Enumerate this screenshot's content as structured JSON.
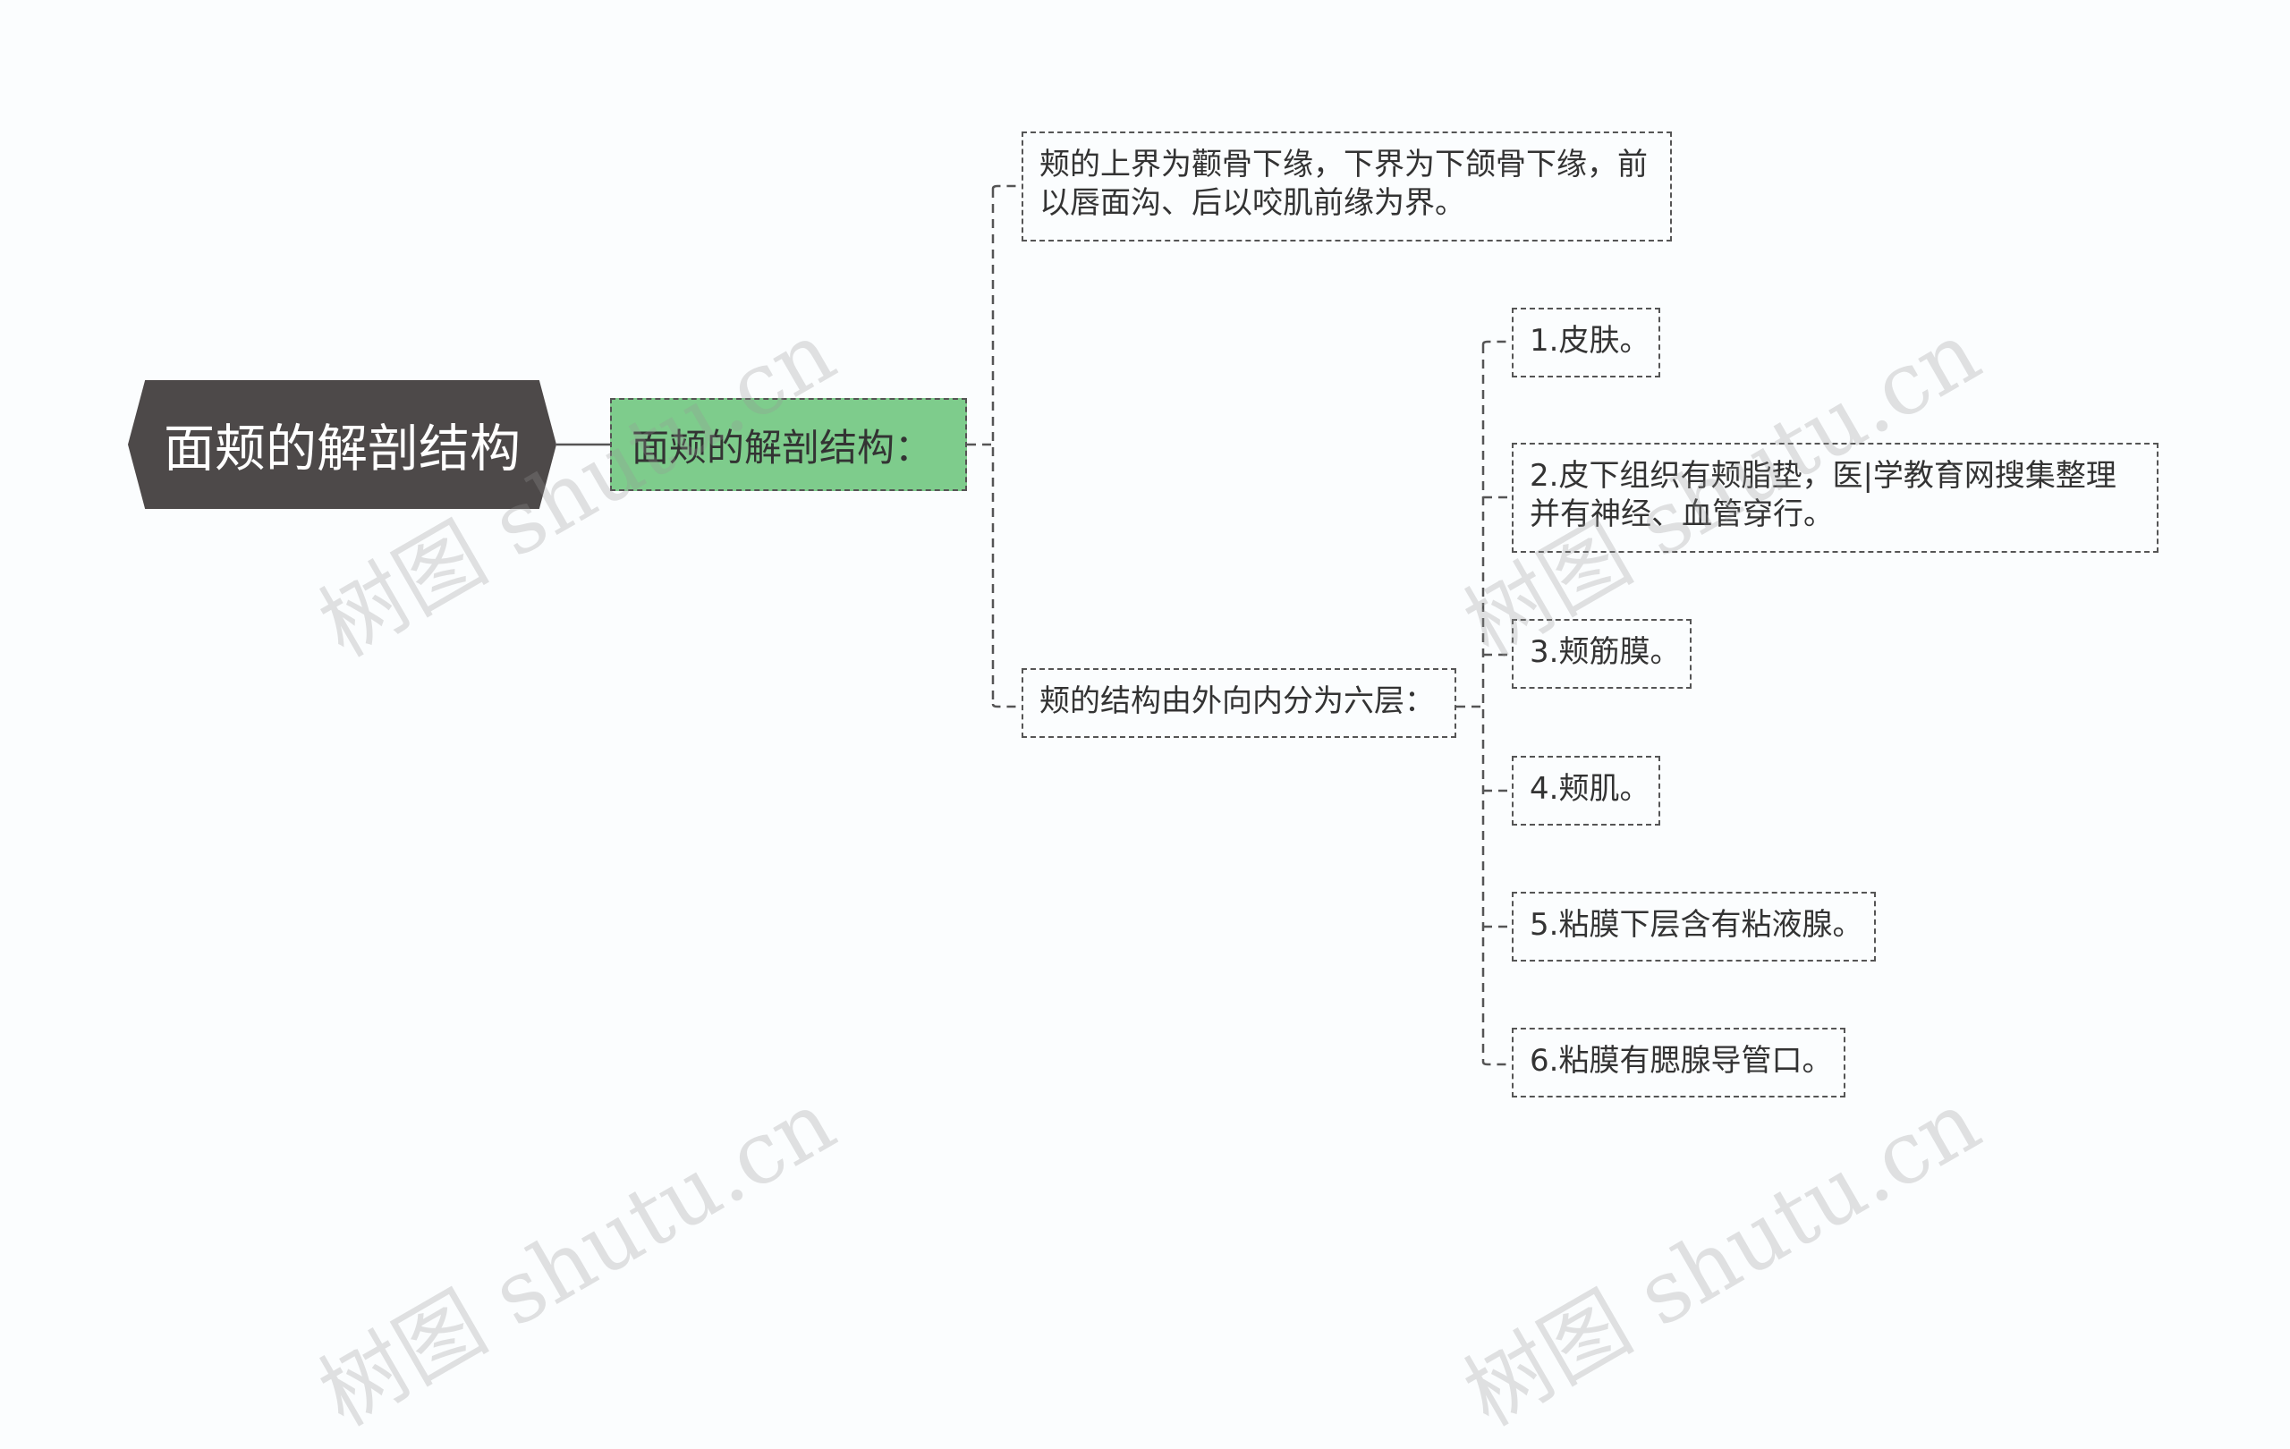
{
  "root": {
    "label": "面颊的解剖结构"
  },
  "sub": {
    "label": "面颊的解剖结构："
  },
  "boundary": {
    "line1": "颊的上界为颧骨下缘，下界为下颌骨下缘，前",
    "line2": "以唇面沟、后以咬肌前缘为界。"
  },
  "layers": {
    "label": "颊的结构由外向内分为六层：",
    "items": [
      {
        "line1": "1.皮肤。"
      },
      {
        "line1": "2.皮下组织有颊脂垫，医|学教育网搜集整理",
        "line2": "并有神经、血管穿行。"
      },
      {
        "line1": "3.颊筋膜。"
      },
      {
        "line1": "4.颊肌。"
      },
      {
        "line1": "5.粘膜下层含有粘液腺。"
      },
      {
        "line1": "6.粘膜有腮腺导管口。"
      }
    ]
  },
  "watermark": {
    "text": "树图 shutu.cn"
  },
  "colors": {
    "root_bg": "#4d4949",
    "sub_bg": "#7ecc8c",
    "border": "#555555",
    "background": "#fbfdfe"
  }
}
